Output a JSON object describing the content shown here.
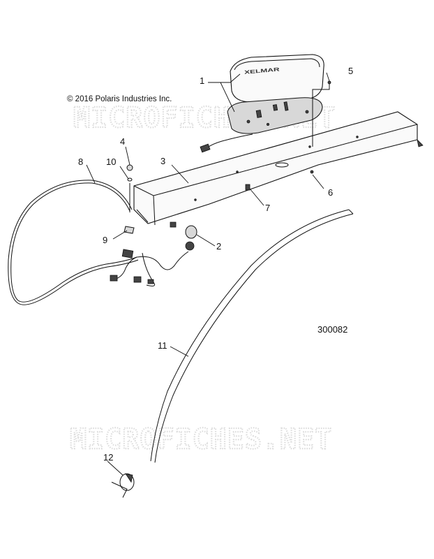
{
  "copyright": "© 2016 Polaris Industries Inc.",
  "figure_number": "300082",
  "watermarks": [
    "MICROFICHES.NET",
    "MICROFICHES.NET"
  ],
  "emblem_text": "XELMAR",
  "callouts": [
    "1",
    "2",
    "3",
    "4",
    "5",
    "6",
    "7",
    "8",
    "9",
    "10",
    "11",
    "12"
  ]
}
